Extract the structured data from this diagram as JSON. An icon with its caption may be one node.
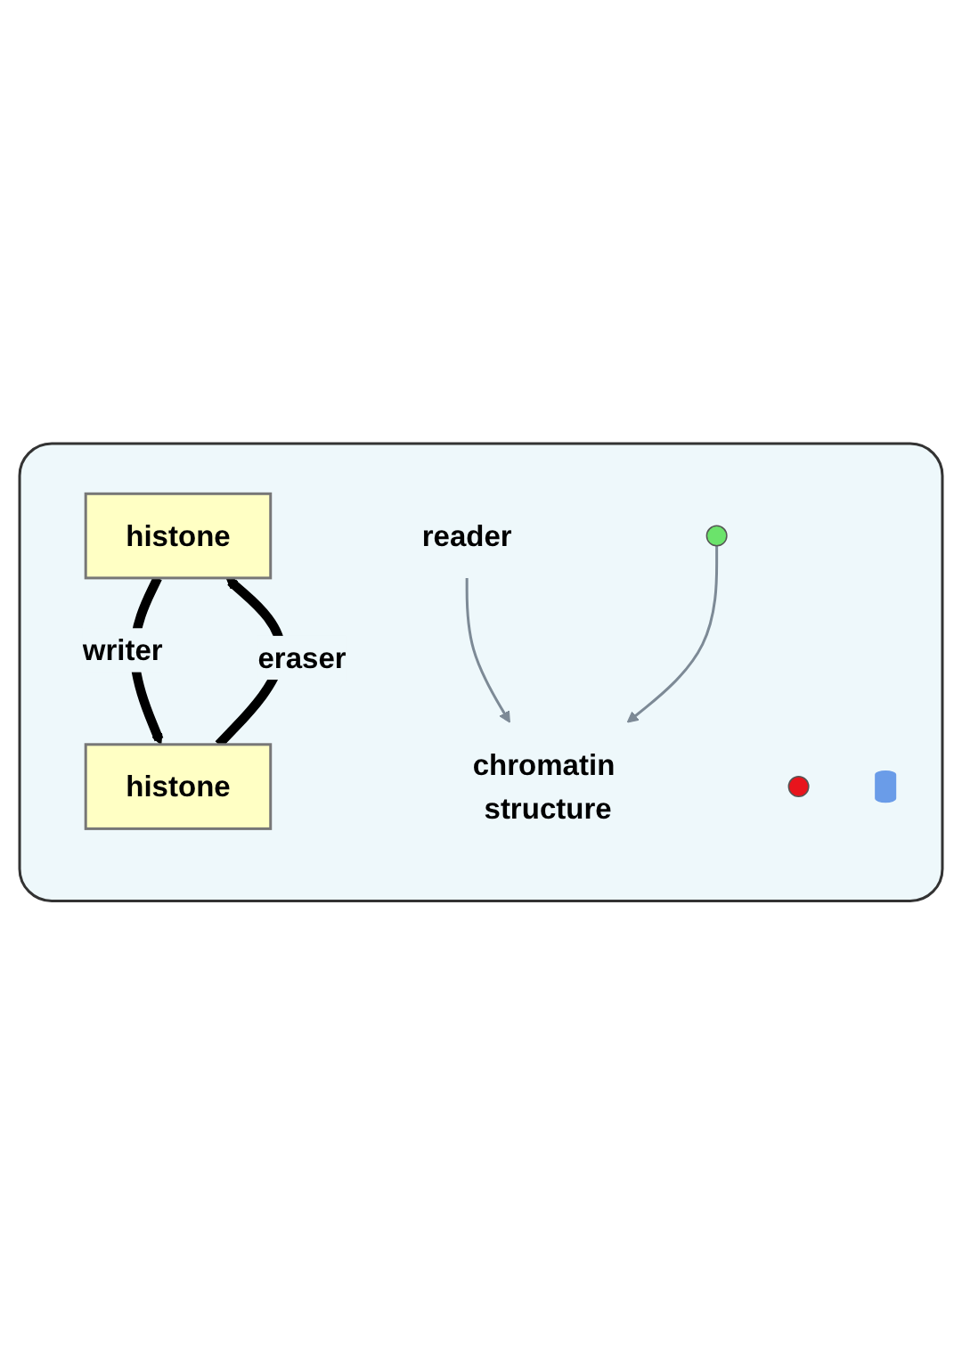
{
  "diagram": {
    "nodes": [
      {
        "text": [],
        "shape": "box"
      },
      {
        "text": [
          "histone"
        ],
        "in": 0
      },
      {
        "text": [],
        "shape": "circle",
        "in": 0
      },
      {
        "text": [
          "histone"
        ],
        "in": 0
      },
      {
        "text": [],
        "shape": "circle",
        "in": 0
      },
      {
        "text": [],
        "shape": "cylinder",
        "in": 0
      },
      {
        "text": [
          "reader"
        ],
        "in": 0
      },
      {
        "text": [
          "chromatin structure"
        ],
        "in": 0
      }
    ],
    "edges": [
      {
        "from": 1,
        "to": 3,
        "arrow": "to",
        "label": "writer",
        "style": "thick",
        "color": "#000000"
      },
      {
        "from": 3,
        "to": 1,
        "arrow": "to",
        "label": "eraser",
        "style": "thick",
        "color": "#000000"
      },
      {
        "from": 6,
        "to": 7,
        "arrow": "to",
        "color": "#7d8a96"
      },
      {
        "from": 4,
        "to": 7,
        "arrow": "to",
        "color": "#7d8a96"
      }
    ]
  }
}
